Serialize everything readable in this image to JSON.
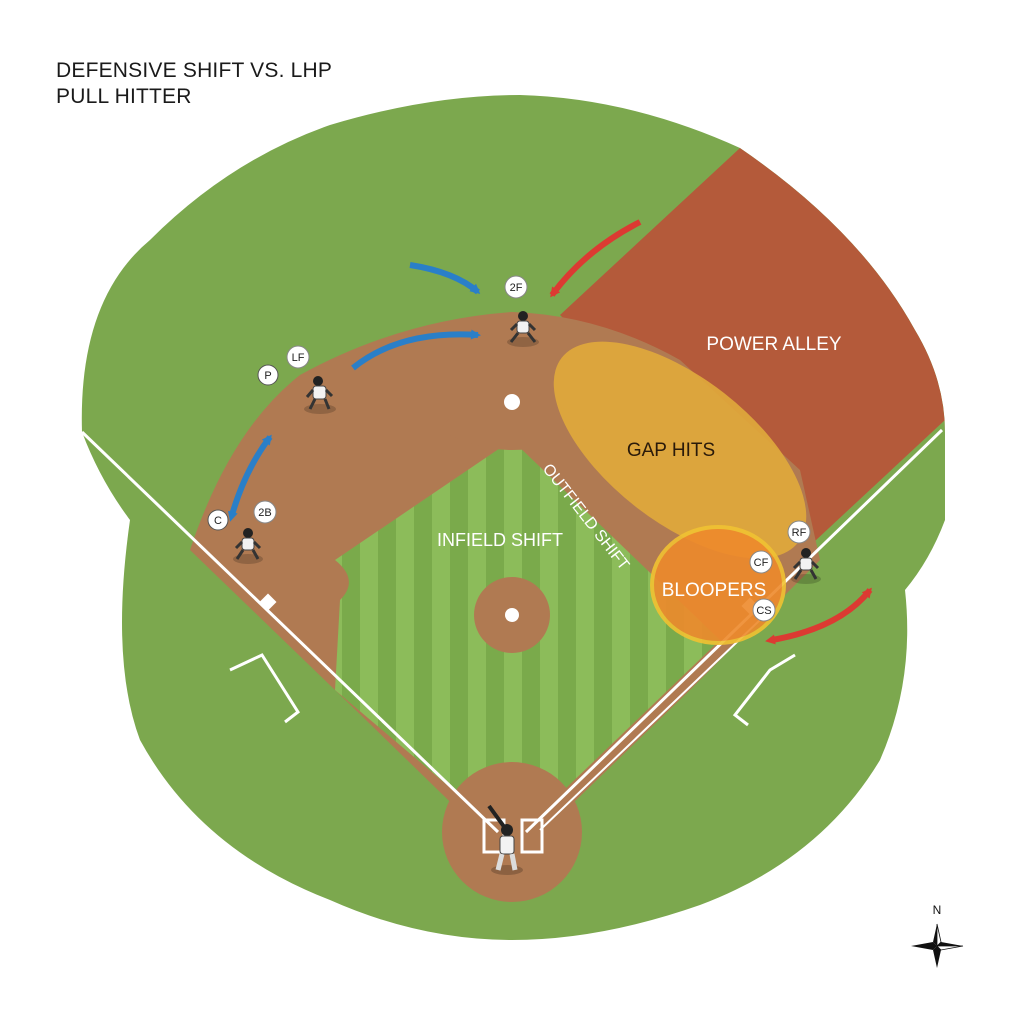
{
  "title": {
    "line1": "DEFENSIVE SHIFT VS. LHP",
    "line2": "PULL HITTER"
  },
  "zones": {
    "power_alley": "POWER ALLEY",
    "gap_hits": "GAP HITS",
    "infield_shift": "INFIELD SHIFT",
    "outfield_shift": "OUTFIELD SHIFT",
    "bloopers": "BLOOPERS"
  },
  "positions": {
    "second_fielder": "2F",
    "left_field": "LF",
    "pitcher": "P",
    "second_base": "2B",
    "catcher": "C",
    "right_field": "RF",
    "center_field": "CF",
    "cs": "CS"
  },
  "compass": {
    "north": "N"
  },
  "colors": {
    "grass": "#7ca84e",
    "grass_stripe_light": "#8cbc5a",
    "grass_stripe_dark": "#6e9c43",
    "dirt": "#b07a52",
    "power_alley": "#b45a3a",
    "gap_hits": "#e0a83c",
    "bloopers": "#ee8a2c",
    "shift_arrow_blue": "#2a7fc8",
    "shift_arrow_red": "#dc3a32",
    "chalk": "#ffffff"
  },
  "icons": [
    "player-figure",
    "batter-figure",
    "compass-rose-icon",
    "base-marker",
    "pitchers-rubber"
  ]
}
